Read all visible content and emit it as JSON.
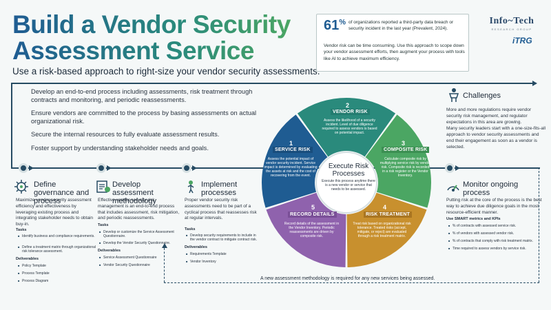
{
  "header": {
    "title_line1": "Build a Vendor Security",
    "title_line2": "Assessment Service",
    "subtitle": "Use a risk-based approach to right-size your vendor security assessments."
  },
  "stat": {
    "value": "61",
    "unit": "%",
    "text": "of organizations reported a third-party data breach or security incident in the last year (Prevalent, 2024).",
    "body": "Vendor risk can be time consuming. Use this approach to scope down your vendor assessment efforts, then augment your process with tools like AI to achieve maximum efficiency."
  },
  "logos": {
    "infotech": "Info~Tech",
    "infotech_sub": "RESEARCH GROUP",
    "itrg": "iTRG"
  },
  "bullets": [
    "Develop an end-to-end process including assessments, risk treatment through contracts and monitoring, and periodic reassessments.",
    "Ensure vendors are committed to the process by basing assessments on actual organizational risk.",
    "Secure the internal resources to fully evaluate assessment results.",
    "Foster support by understanding stakeholder needs and goals."
  ],
  "columns": [
    {
      "title": "Define governance and process",
      "body": "Maximize vendor security assessment efficiency and effectiveness by leveraging existing process and integrating stakeholder needs to obtain buy-in.",
      "tasks_label": "Tasks",
      "tasks": [
        "Identify business and compliance requirements.",
        "Define a treatment matrix through organizational risk tolerance assessment."
      ],
      "deliverables_label": "Deliverables",
      "deliverables": [
        "Policy Template",
        "Process Template",
        "Process Diagram"
      ]
    },
    {
      "title": "Develop assessment methodology",
      "body": "Effective vendor security risk management is an end-to-end process that includes assessment, risk mitigation, and periodic reassessments.",
      "tasks_label": "Tasks",
      "tasks": [
        "Develop or customize the Service Assessment Questionnaire.",
        "Develop the Vendor Security Questionnaire."
      ],
      "deliverables_label": "Deliverables",
      "deliverables": [
        "Service Assessment Questionnaire",
        "Vendor Security Questionnaire"
      ]
    },
    {
      "title": "Implement processes",
      "body": "Proper vendor security risk assessments need to be part of a cyclical process that reassesses risk at regular intervals.",
      "tasks_label": "Tasks",
      "tasks": [
        "Develop security requirements to include in the vendor contract to mitigate contract risk."
      ],
      "deliverables_label": "Deliverables",
      "deliverables": [
        "Requirements Template",
        "Vendor Inventory"
      ]
    }
  ],
  "wheel": {
    "center_title": "Execute Risk Processes",
    "center_text": "Execute this process anytime there is a new vendor or service that needs to be assessed.",
    "segments": [
      {
        "num": "1",
        "label": "SERVICE RISK",
        "text": "Assess the potential impact of vendor security incident. Service impact is determined by evaluating the assets at risk and the cost of recovering from the event.",
        "color": "#1f5c92"
      },
      {
        "num": "2",
        "label": "VENDOR RISK",
        "text": "Assess the likelihood of a security incident. Level of due diligence required to assess vendors is based on potential impact.",
        "color": "#2a8a7c"
      },
      {
        "num": "3",
        "label": "COMPOSITE RISK",
        "text": "Calculate composite risk by multiplying service risk by vendor risk. Composite risk is recorded in a risk register or the Vendor Inventory.",
        "color": "#4ba663"
      },
      {
        "num": "4",
        "label": "RISK TREATMENT",
        "text": "Treat risk based on organizational risk tolerance. Treated risks (accept, mitigate, or reject) are evaluated through a risk treatment matrix.",
        "color": "#c8902e"
      },
      {
        "num": "5",
        "label": "RECORD DETAILS",
        "text": "Record details of the assessment in the Vendor Inventory. Periodic reassessments are driven by composite risk.",
        "color": "#8f62ad"
      }
    ]
  },
  "challenges": {
    "title": "Challenges",
    "p1": "More and more regulations require vendor security risk management, and regulator expectations in this area are growing.",
    "p2": "Many security leaders start with a one-size-fits-all approach to vendor security assessments and end their engagement as soon as a vendor is selected."
  },
  "monitor": {
    "title": "Monitor ongoing process",
    "body": "Putting risk at the core of the process is the best way to achieve due diligence goals in the most resource-efficient manner.",
    "metrics_label": "Use SMART metrics and KPIs",
    "metrics": [
      "% of contracts with assessed service risk.",
      "% of vendors with assessed vendor risk.",
      "% of contracts that comply with risk treatment matrix.",
      "Time required to assess vendors by service risk."
    ]
  },
  "bottom_note": "A new assessment methodology is required for any new services being assessed.",
  "colors": {
    "primary": "#1f5c92",
    "teal": "#2a8a7c",
    "green": "#4ba663",
    "dark": "#264b63"
  }
}
